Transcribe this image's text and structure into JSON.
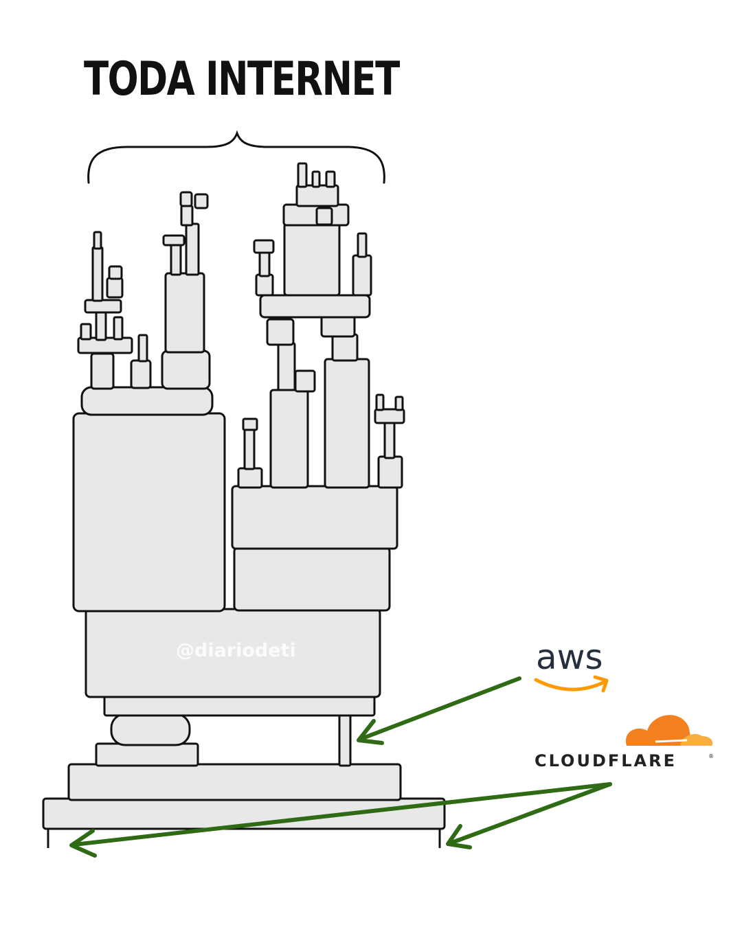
{
  "title": "TODA INTERNET",
  "watermark": "@diariodeti",
  "logos": {
    "aws": {
      "text": "aws",
      "icon": "amazon-smile-arrow-icon",
      "text_color": "#252f3e",
      "accent_color": "#ff9900"
    },
    "cloudflare": {
      "text": "CLOUDFLARE",
      "reg_mark": "®",
      "icon": "cloudflare-cloud-icon",
      "primary_color": "#f38020",
      "secondary_color": "#faae40"
    }
  },
  "colors": {
    "block_fill": "#e8e8e8",
    "outline": "#111111",
    "arrow": "#2e6b14"
  }
}
